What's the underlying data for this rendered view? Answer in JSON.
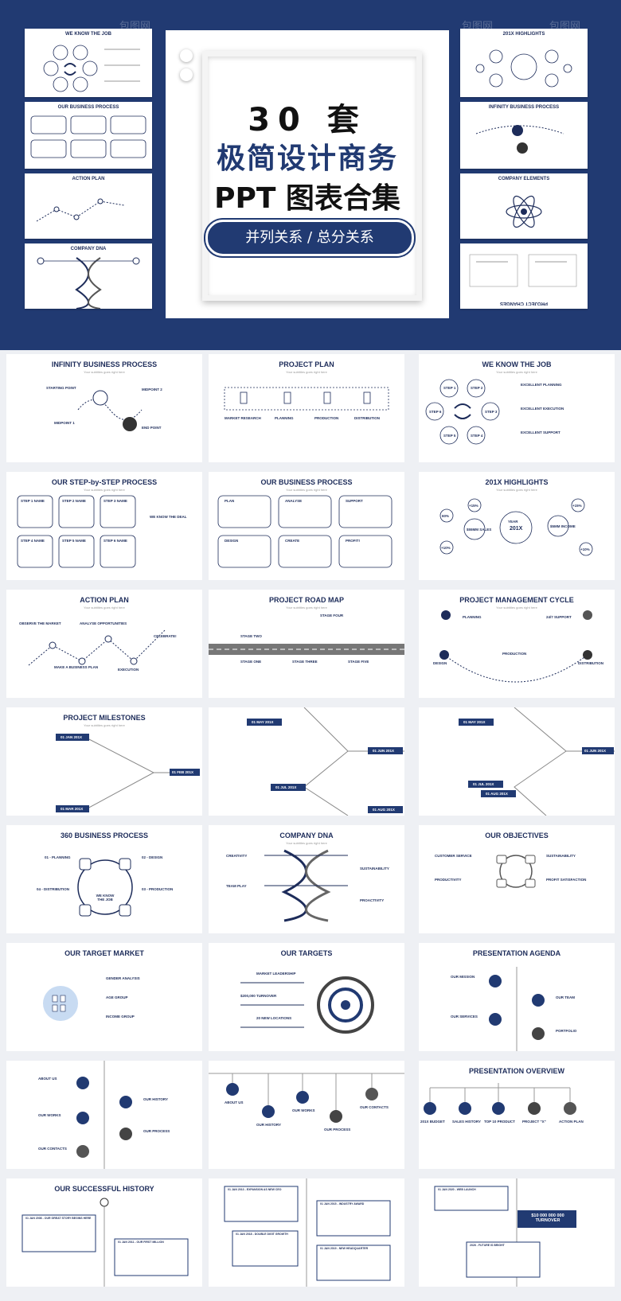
{
  "hero": {
    "line1": "30 套",
    "line2": "极简设计商务",
    "line3": "PPT 图表合集",
    "badge": "并列关系 / 总分关系",
    "watermark": "包图网"
  },
  "hero_thumbs": {
    "left": [
      "WE KNOW THE JOB",
      "OUR BUSINESS PROCESS",
      "ACTION PLAN",
      "COMPANY DNA"
    ],
    "right": [
      "201X HIGHLIGHTS",
      "INFINITY BUSINESS PROCESS",
      "COMPANY ELEMENTS",
      "PROJECT CHANGES"
    ]
  },
  "subtitle": "Your subtitles goes right here",
  "slides": [
    {
      "title": "INFINITY BUSINESS PROCESS",
      "labels": [
        "STARTING POINT",
        "MIDPOINT 1",
        "MIDPOINT 2",
        "END POINT"
      ]
    },
    {
      "title": "PROJECT PLAN",
      "labels": [
        "MARKET RESEARCH",
        "PLANNING",
        "PRODUCTION",
        "DISTRIBUTION"
      ]
    },
    {
      "title": "WE KNOW THE JOB",
      "labels": [
        "STEP 1",
        "STEP 2",
        "STEP 3",
        "STEP 4",
        "STEP 5",
        "STEP 6",
        "EXCELLENT PLANNING",
        "EXCELLENT EXECUTION",
        "EXCELLENT SUPPORT"
      ]
    },
    {
      "title": "OUR STEP-by-STEP PROCESS",
      "labels": [
        "STEP 1 NAME",
        "STEP 2 NAME",
        "STEP 3 NAME",
        "STEP 4 NAME",
        "STEP 5 NAME",
        "STEP 6 NAME",
        "WE KNOW THE DEAL"
      ]
    },
    {
      "title": "OUR BUSINESS PROCESS",
      "labels": [
        "PLAN",
        "ANALYSE",
        "SUPPORT",
        "DESIGN",
        "CREATE",
        "PROFIT!"
      ]
    },
    {
      "title": "201X HIGHLIGHTS",
      "labels": [
        "YEAR",
        "201X",
        "$55MM SALES",
        "$5MM INCOME",
        "60%",
        "+15%",
        "+15%",
        "+10%",
        "+10%"
      ]
    },
    {
      "title": "ACTION PLAN",
      "labels": [
        "OBSERVE THE MARKET",
        "ANALYSE OPPORTUNITIES",
        "CELEBRATE!",
        "MAKE A BUSINESS PLAN",
        "EXECUTION"
      ]
    },
    {
      "title": "PROJECT ROAD MAP",
      "labels": [
        "STAGE TWO",
        "STAGE FOUR",
        "STAGE ONE",
        "STAGE THREE",
        "STAGE FIVE"
      ]
    },
    {
      "title": "PROJECT MANAGEMENT CYCLE",
      "labels": [
        "PLANNING",
        "24/7 SUPPORT",
        "DESIGN",
        "PRODUCTION",
        "DISTRIBUTION"
      ]
    },
    {
      "title": "PROJECT MILESTONES",
      "labels": [
        "01 JAN 201X",
        "01 FEB 201X",
        "01 MAR 201X"
      ]
    },
    {
      "title": "",
      "labels": [
        "01 MAY 201X",
        "01 JUN 201X",
        "01 JUL 201X",
        "01 AUG 201X"
      ]
    },
    {
      "title": "",
      "labels": [
        "01 MAY 201X",
        "01 JUN 201X",
        "01 JUL 201X",
        "01 AUG 201X"
      ]
    },
    {
      "title": "360 BUSINESS PROCESS",
      "labels": [
        "01 - PLANNING",
        "02 - DESIGN",
        "04 - DISTRIBUTION",
        "03 - PRODUCTION",
        "WE KNOW THE JOB"
      ]
    },
    {
      "title": "COMPANY DNA",
      "labels": [
        "CREATIVITY",
        "SUSTAINABILITY",
        "TEAM PLAY",
        "PROACTIVITY"
      ]
    },
    {
      "title": "OUR OBJECTIVES",
      "labels": [
        "CUSTOMER SERVICE",
        "SUSTAINABILITY",
        "PRODUCTIVITY",
        "PROFIT SATISFACTION"
      ]
    },
    {
      "title": "OUR TARGET MARKET",
      "labels": [
        "GENDER ANALYSIS",
        "AGE GROUP",
        "INCOME GROUP"
      ]
    },
    {
      "title": "OUR TARGETS",
      "labels": [
        "MARKET LEADERSHIP",
        "$200,000 TURNOVER",
        "20 NEW LOCATIONS"
      ]
    },
    {
      "title": "PRESENTATION AGENDA",
      "labels": [
        "OUR MISSION",
        "OUR TEAM",
        "OUR SERVICES",
        "PORTFOLIO"
      ]
    },
    {
      "title": "",
      "labels": [
        "ABOUT US",
        "OUR HISTORY",
        "OUR WORKS",
        "OUR PROCESS",
        "OUR CONTACTS"
      ]
    },
    {
      "title": "",
      "labels": [
        "ABOUT US",
        "OUR HISTORY",
        "OUR WORKS",
        "OUR PROCESS",
        "OUR CONTACTS"
      ]
    },
    {
      "title": "PRESENTATION OVERVIEW",
      "labels": [
        "201X BUDGET",
        "SALES HISTORY",
        "TOP 10 PRODUCT",
        "PROJECT \"X\"",
        "ACTION PLAN"
      ]
    },
    {
      "title": "OUR SUCCESSFUL HISTORY",
      "labels": [
        "01 JAN 2008 - OUR GREAT STORY BEGINS HERE",
        "01 JAN 2011 - OUR FIRST MILLION"
      ]
    },
    {
      "title": "",
      "labels": [
        "01 JAN 2013 - EXPANSION AS NEW CEO",
        "01 JAN 2015 - INDUSTRY AWARD",
        "01 JAN 2018 - DOUBLE DIGIT GROWTH",
        "01 JAN 2019 - NEW HEADQUARTER"
      ]
    },
    {
      "title": "",
      "labels": [
        "01 JAN 2020 - WEB LAUNCH",
        "$10 000 000 000 TURNOVER",
        "2026 - FUTURE IS BRIGHT"
      ]
    }
  ]
}
